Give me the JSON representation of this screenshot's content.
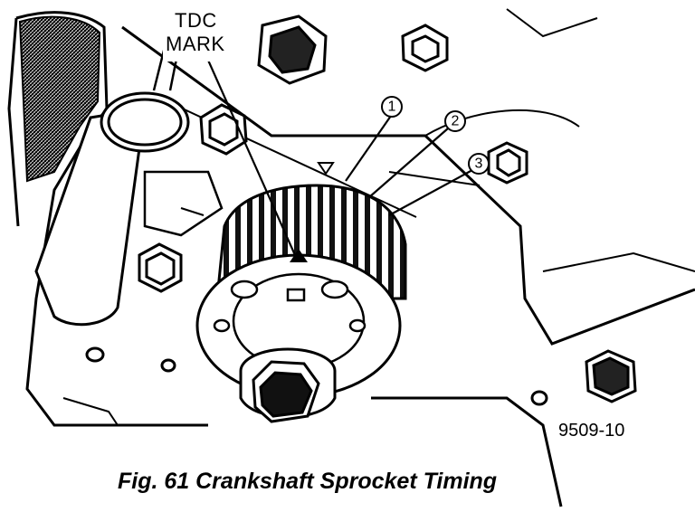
{
  "labels": {
    "tdc_line1": "TDC",
    "tdc_line2": "MARK",
    "callout_1": "1",
    "callout_2": "2",
    "callout_3": "3",
    "figure_number": "9509-10"
  },
  "caption": "Fig. 61 Crankshaft Sprocket Timing",
  "colors": {
    "ink": "#000000",
    "paper": "#ffffff"
  }
}
